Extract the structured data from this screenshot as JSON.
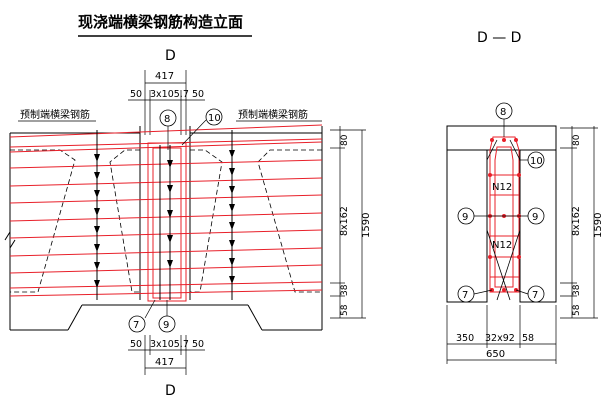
{
  "left_view": {
    "title": "现浇端横梁钢筋构造立面",
    "section_mark_top": "D",
    "section_mark_bottom": "D",
    "label_left": "预制端横梁钢筋",
    "label_right": "预制端横梁钢筋",
    "dim_top_total": "417",
    "dim_top_left": "50",
    "dim_top_mid": "3x105.7",
    "dim_top_right": "50",
    "dim_bottom_left": "50",
    "dim_bottom_mid": "3x105.7",
    "dim_bottom_right": "50",
    "dim_bottom_total": "417",
    "dim_right_top": "80",
    "dim_right_mid": "8x162",
    "dim_right_low": "38",
    "dim_right_bottom": "58",
    "dim_right_total": "1590",
    "tags": {
      "t8": "8",
      "t10": "10",
      "t7": "7",
      "t9": "9"
    }
  },
  "right_view": {
    "title": "D — D",
    "tags": {
      "t8": "8",
      "t10": "10",
      "t9l": "9",
      "t9r": "9",
      "t7l": "7",
      "t7r": "7"
    },
    "label_n12_top": "N12",
    "label_n12_bottom": "N12",
    "dim_bottom_left": "350",
    "dim_bottom_mid": "32x92",
    "dim_bottom_right": "58",
    "dim_bottom_total": "650",
    "dim_right_top": "80",
    "dim_right_mid": "8x162",
    "dim_right_low": "38",
    "dim_right_bottom": "58",
    "dim_right_total": "1590"
  },
  "colors": {
    "rebar": "#e8202a",
    "line": "#000000"
  }
}
